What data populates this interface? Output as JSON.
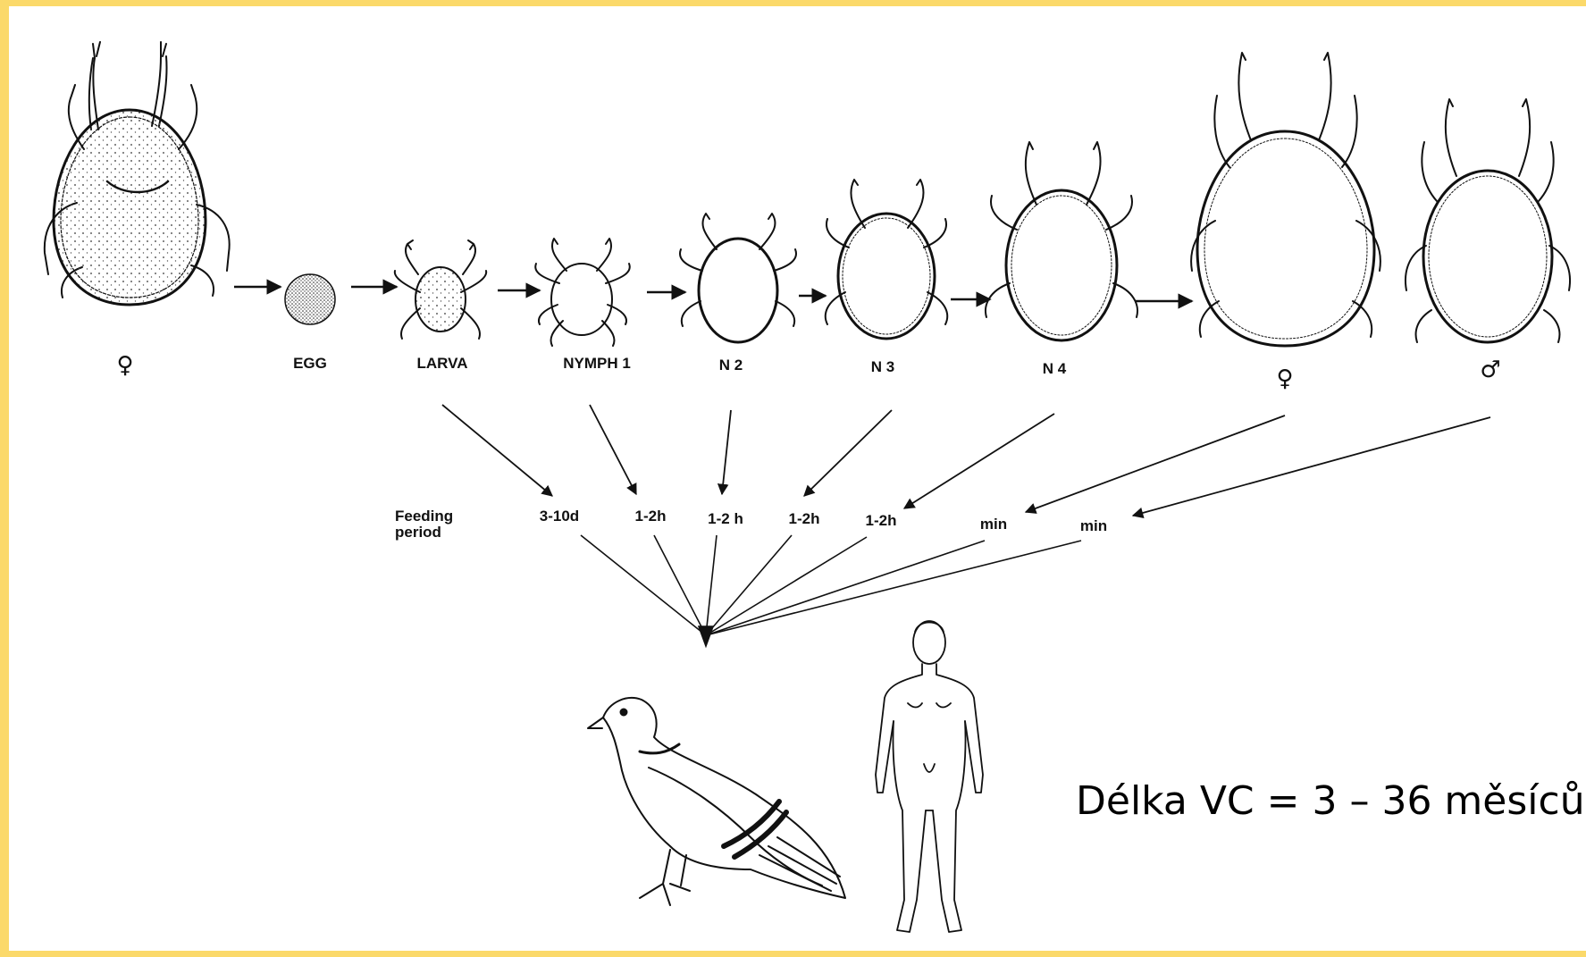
{
  "stages": {
    "adult_female_start": "♀",
    "egg": "EGG",
    "larva": "LARVA",
    "nymph1": "NYMPH 1",
    "n2": "N 2",
    "n3": "N 3",
    "n4": "N 4",
    "adult_female": "♀",
    "adult_male": "♂"
  },
  "feeding": {
    "label_line1": "Feeding",
    "label_line2": "period",
    "larva": "3-10d",
    "nymph1": "1-2h",
    "n2": "1-2 h",
    "n3": "1-2h",
    "n4": "1-2h",
    "adult_female": "min",
    "adult_male": "min"
  },
  "caption": "Délka VC = 3 – 36 měsíců",
  "colors": {
    "frame": "#fbd96a",
    "background": "#ffffff",
    "ink": "#111111"
  },
  "icons": [
    "mite-adult-female-icon",
    "egg-icon",
    "larva-icon",
    "nymph-icon",
    "adult-male-icon",
    "pigeon-icon",
    "human-icon"
  ]
}
